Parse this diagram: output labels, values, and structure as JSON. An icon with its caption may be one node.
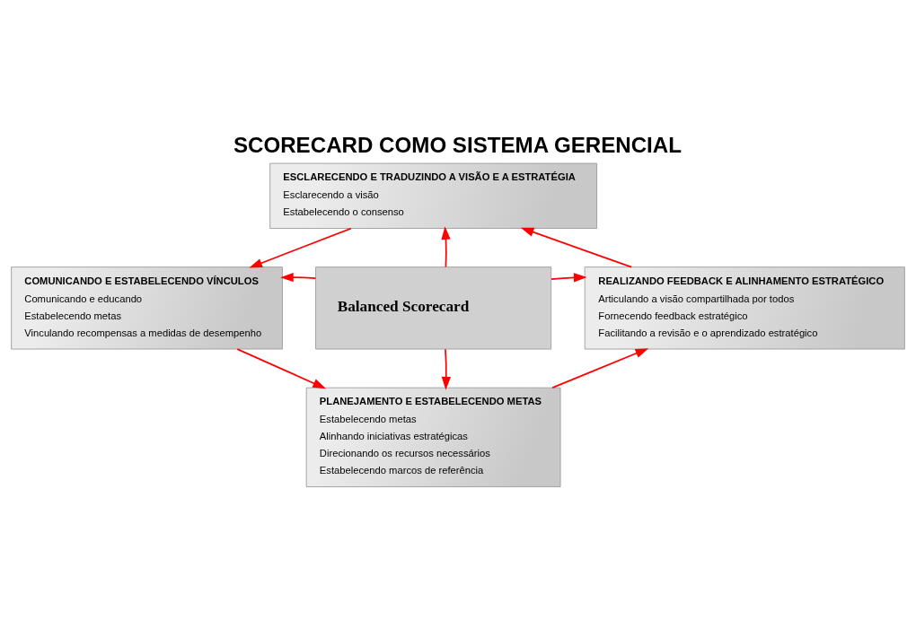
{
  "diagram": {
    "title": "SCORECARD COMO SISTEMA GERENCIAL",
    "nodes": [
      {
        "text": [
          "ESCLARECENDO E TRADUZINDO A VISÃO E A ESTRATÉGIA",
          "Esclarecendo a visão",
          "Estabelecendo o consenso"
        ]
      },
      {
        "text": [
          "COMUNICANDO E ESTABELECENDO VÍNCULOS",
          "Comunicando e educando",
          "Estabelecendo metas",
          "Vinculando recompensas a medidas de desempenho"
        ]
      },
      {
        "text": [
          "Balanced Scorecard"
        ]
      },
      {
        "text": [
          "REALIZANDO FEEDBACK E ALINHAMENTO ESTRATÉGICO",
          "Articulando a visão compartilhada por todos",
          "Fornecendo feedback estratégico",
          "Facilitando a revisão e o aprendizado estratégico"
        ]
      },
      {
        "text": [
          "PLANEJAMENTO E ESTABELECENDO METAS",
          "Estabelecendo metas",
          "Alinhando iniciativas estratégicas",
          "Direcionando os recursos necessários",
          "Estabelecendo marcos de referência"
        ]
      }
    ],
    "edges": [
      {
        "from": 2,
        "to": 0,
        "arrow": "to"
      },
      {
        "from": 2,
        "to": 1,
        "arrow": "to"
      },
      {
        "from": 2,
        "to": 3,
        "arrow": "to"
      },
      {
        "from": 2,
        "to": 4,
        "arrow": "to"
      },
      {
        "from": 0,
        "to": 1,
        "arrow": "to"
      },
      {
        "from": 1,
        "to": 4,
        "arrow": "to"
      },
      {
        "from": 4,
        "to": 3,
        "arrow": "to"
      },
      {
        "from": 3,
        "to": 0,
        "arrow": "to"
      }
    ]
  }
}
